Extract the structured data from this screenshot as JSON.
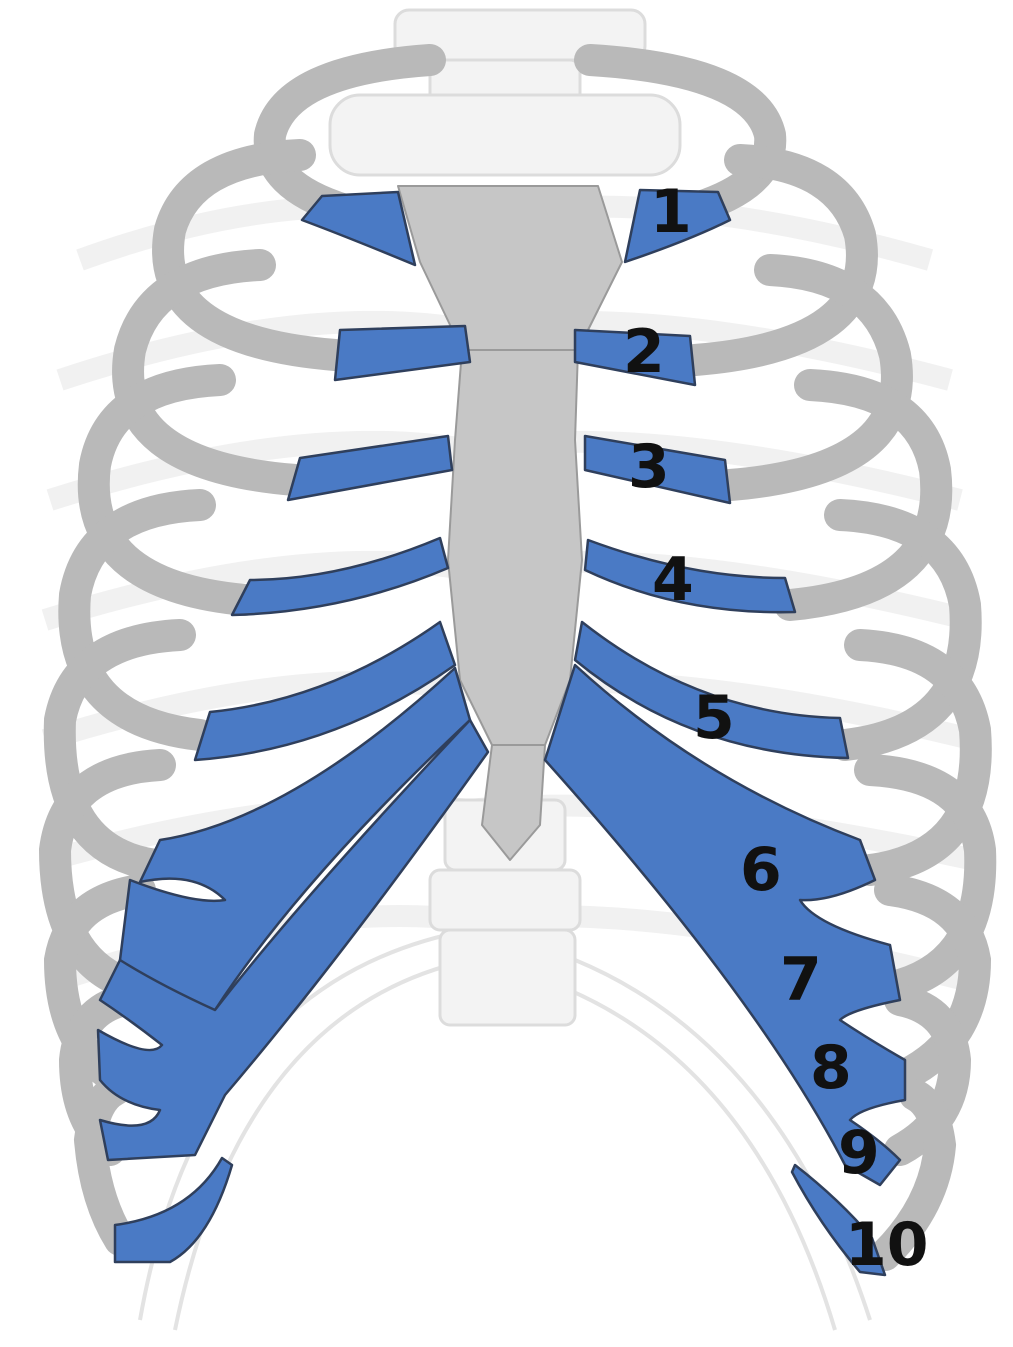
{
  "diagram": {
    "labels": [
      "1",
      "2",
      "3",
      "4",
      "5",
      "6",
      "7",
      "8",
      "9",
      "10"
    ],
    "colors": {
      "rib_bone": "#c9c9c9",
      "costal_cartilage": "#4a7ac5",
      "sternum": "#c6c6c6",
      "background_ribs": "#e3e3e3",
      "label_text": "#111111"
    }
  }
}
